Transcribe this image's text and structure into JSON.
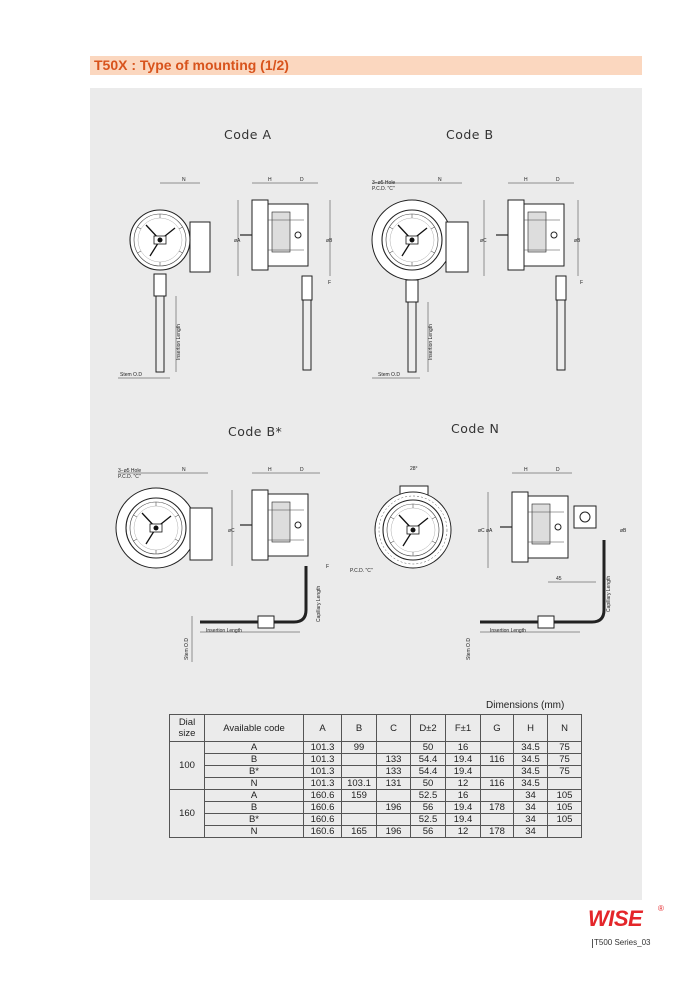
{
  "page": {
    "title": "T50X : Type of mounting (1/2)",
    "brand": "WISE",
    "brand_mark": "®",
    "footer": "T500 Series_03"
  },
  "codes": {
    "a": "Code  A",
    "b": "Code  B",
    "bstar": "Code  B*",
    "n": "Code  N"
  },
  "annotations": {
    "hole": "3−ø5 Hole",
    "pcd": "P.C.D. \"C\"",
    "stem": "Stem O.D",
    "insertion": "Insertion Length",
    "capillary": "Capillary Length",
    "angle": "28°",
    "n": "N",
    "h": "H",
    "d": "D",
    "f": "F",
    "a": "øA",
    "b": "øB",
    "c": "øC",
    "e": "45"
  },
  "dimensions": {
    "caption": "Dimensions  (mm)",
    "headers": [
      "Dial size",
      "Available code",
      "A",
      "B",
      "C",
      "D±2",
      "F±1",
      "G",
      "H",
      "N"
    ],
    "groups": [
      {
        "size": "100",
        "rows": [
          [
            "A",
            "101.3",
            "99",
            "",
            "50",
            "16",
            "",
            "34.5",
            "75"
          ],
          [
            "B",
            "101.3",
            "",
            "133",
            "54.4",
            "19.4",
            "116",
            "34.5",
            "75"
          ],
          [
            "B*",
            "101.3",
            "",
            "133",
            "54.4",
            "19.4",
            "",
            "34.5",
            "75"
          ],
          [
            "N",
            "101.3",
            "103.1",
            "131",
            "50",
            "12",
            "116",
            "34.5",
            ""
          ]
        ]
      },
      {
        "size": "160",
        "rows": [
          [
            "A",
            "160.6",
            "159",
            "",
            "52.5",
            "16",
            "",
            "34",
            "105"
          ],
          [
            "B",
            "160.6",
            "",
            "196",
            "56",
            "19.4",
            "178",
            "34",
            "105"
          ],
          [
            "B*",
            "160.6",
            "",
            "",
            "52.5",
            "19.4",
            "",
            "34",
            "105"
          ],
          [
            "N",
            "160.6",
            "165",
            "196",
            "56",
            "12",
            "178",
            "34",
            ""
          ]
        ]
      }
    ]
  }
}
